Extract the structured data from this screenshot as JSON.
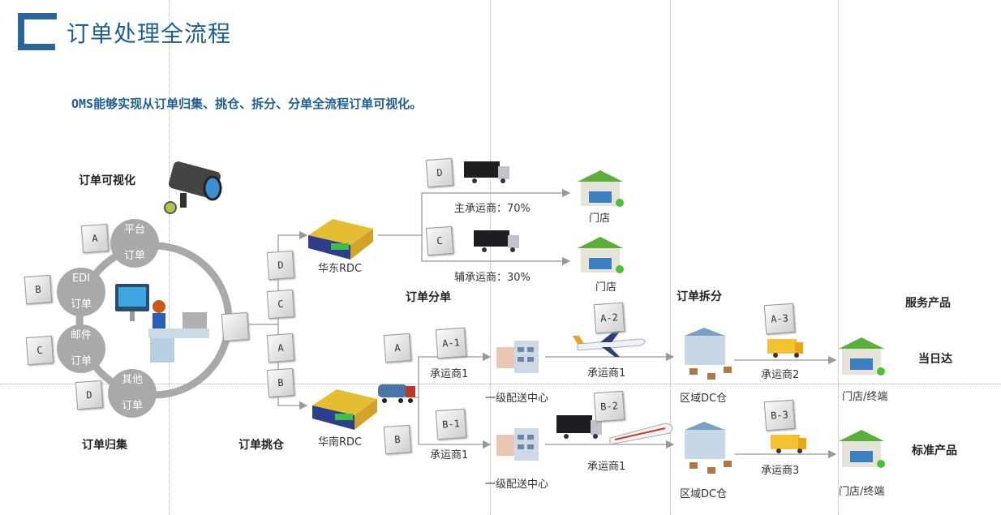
{
  "title": "订单处理全流程",
  "subtitle": "OMS能够实现从订单归集、挑仓、拆分、分单全流程订单可视化。",
  "stages": {
    "visible": "订单可视化",
    "collect": "订单归集",
    "pick": "订单挑仓",
    "dispatch": "订单分单",
    "split": "订单拆分",
    "service": "服务产品"
  },
  "bubbles": {
    "platform": "平台订单",
    "edi": "EDI订单",
    "email": "邮件订单",
    "other": "其他订单"
  },
  "docs": {
    "a": "A",
    "b": "B",
    "c": "C",
    "d": "D",
    "a1": "A-1",
    "a2": "A-2",
    "a3": "A-3",
    "b1": "B-1",
    "b2": "B-2",
    "b3": "B-3"
  },
  "nodes": {
    "rdc_east": "华东RDC",
    "rdc_south": "华南RDC",
    "store": "门店",
    "center1": "一级配送中心",
    "regional_dc": "区域DC仓",
    "store_terminal": "门店/终端"
  },
  "carriers": {
    "main": "主承运商：70%",
    "aux": "辅承运商：30%",
    "c1": "承运商1",
    "c2": "承运商2",
    "c3": "承运商3"
  },
  "products": {
    "sameday": "当日达",
    "standard": "标准产品"
  },
  "colors": {
    "brand": "#1f5f8f",
    "ring": "#a9a9a9",
    "store_roof": "#5cae3a"
  }
}
